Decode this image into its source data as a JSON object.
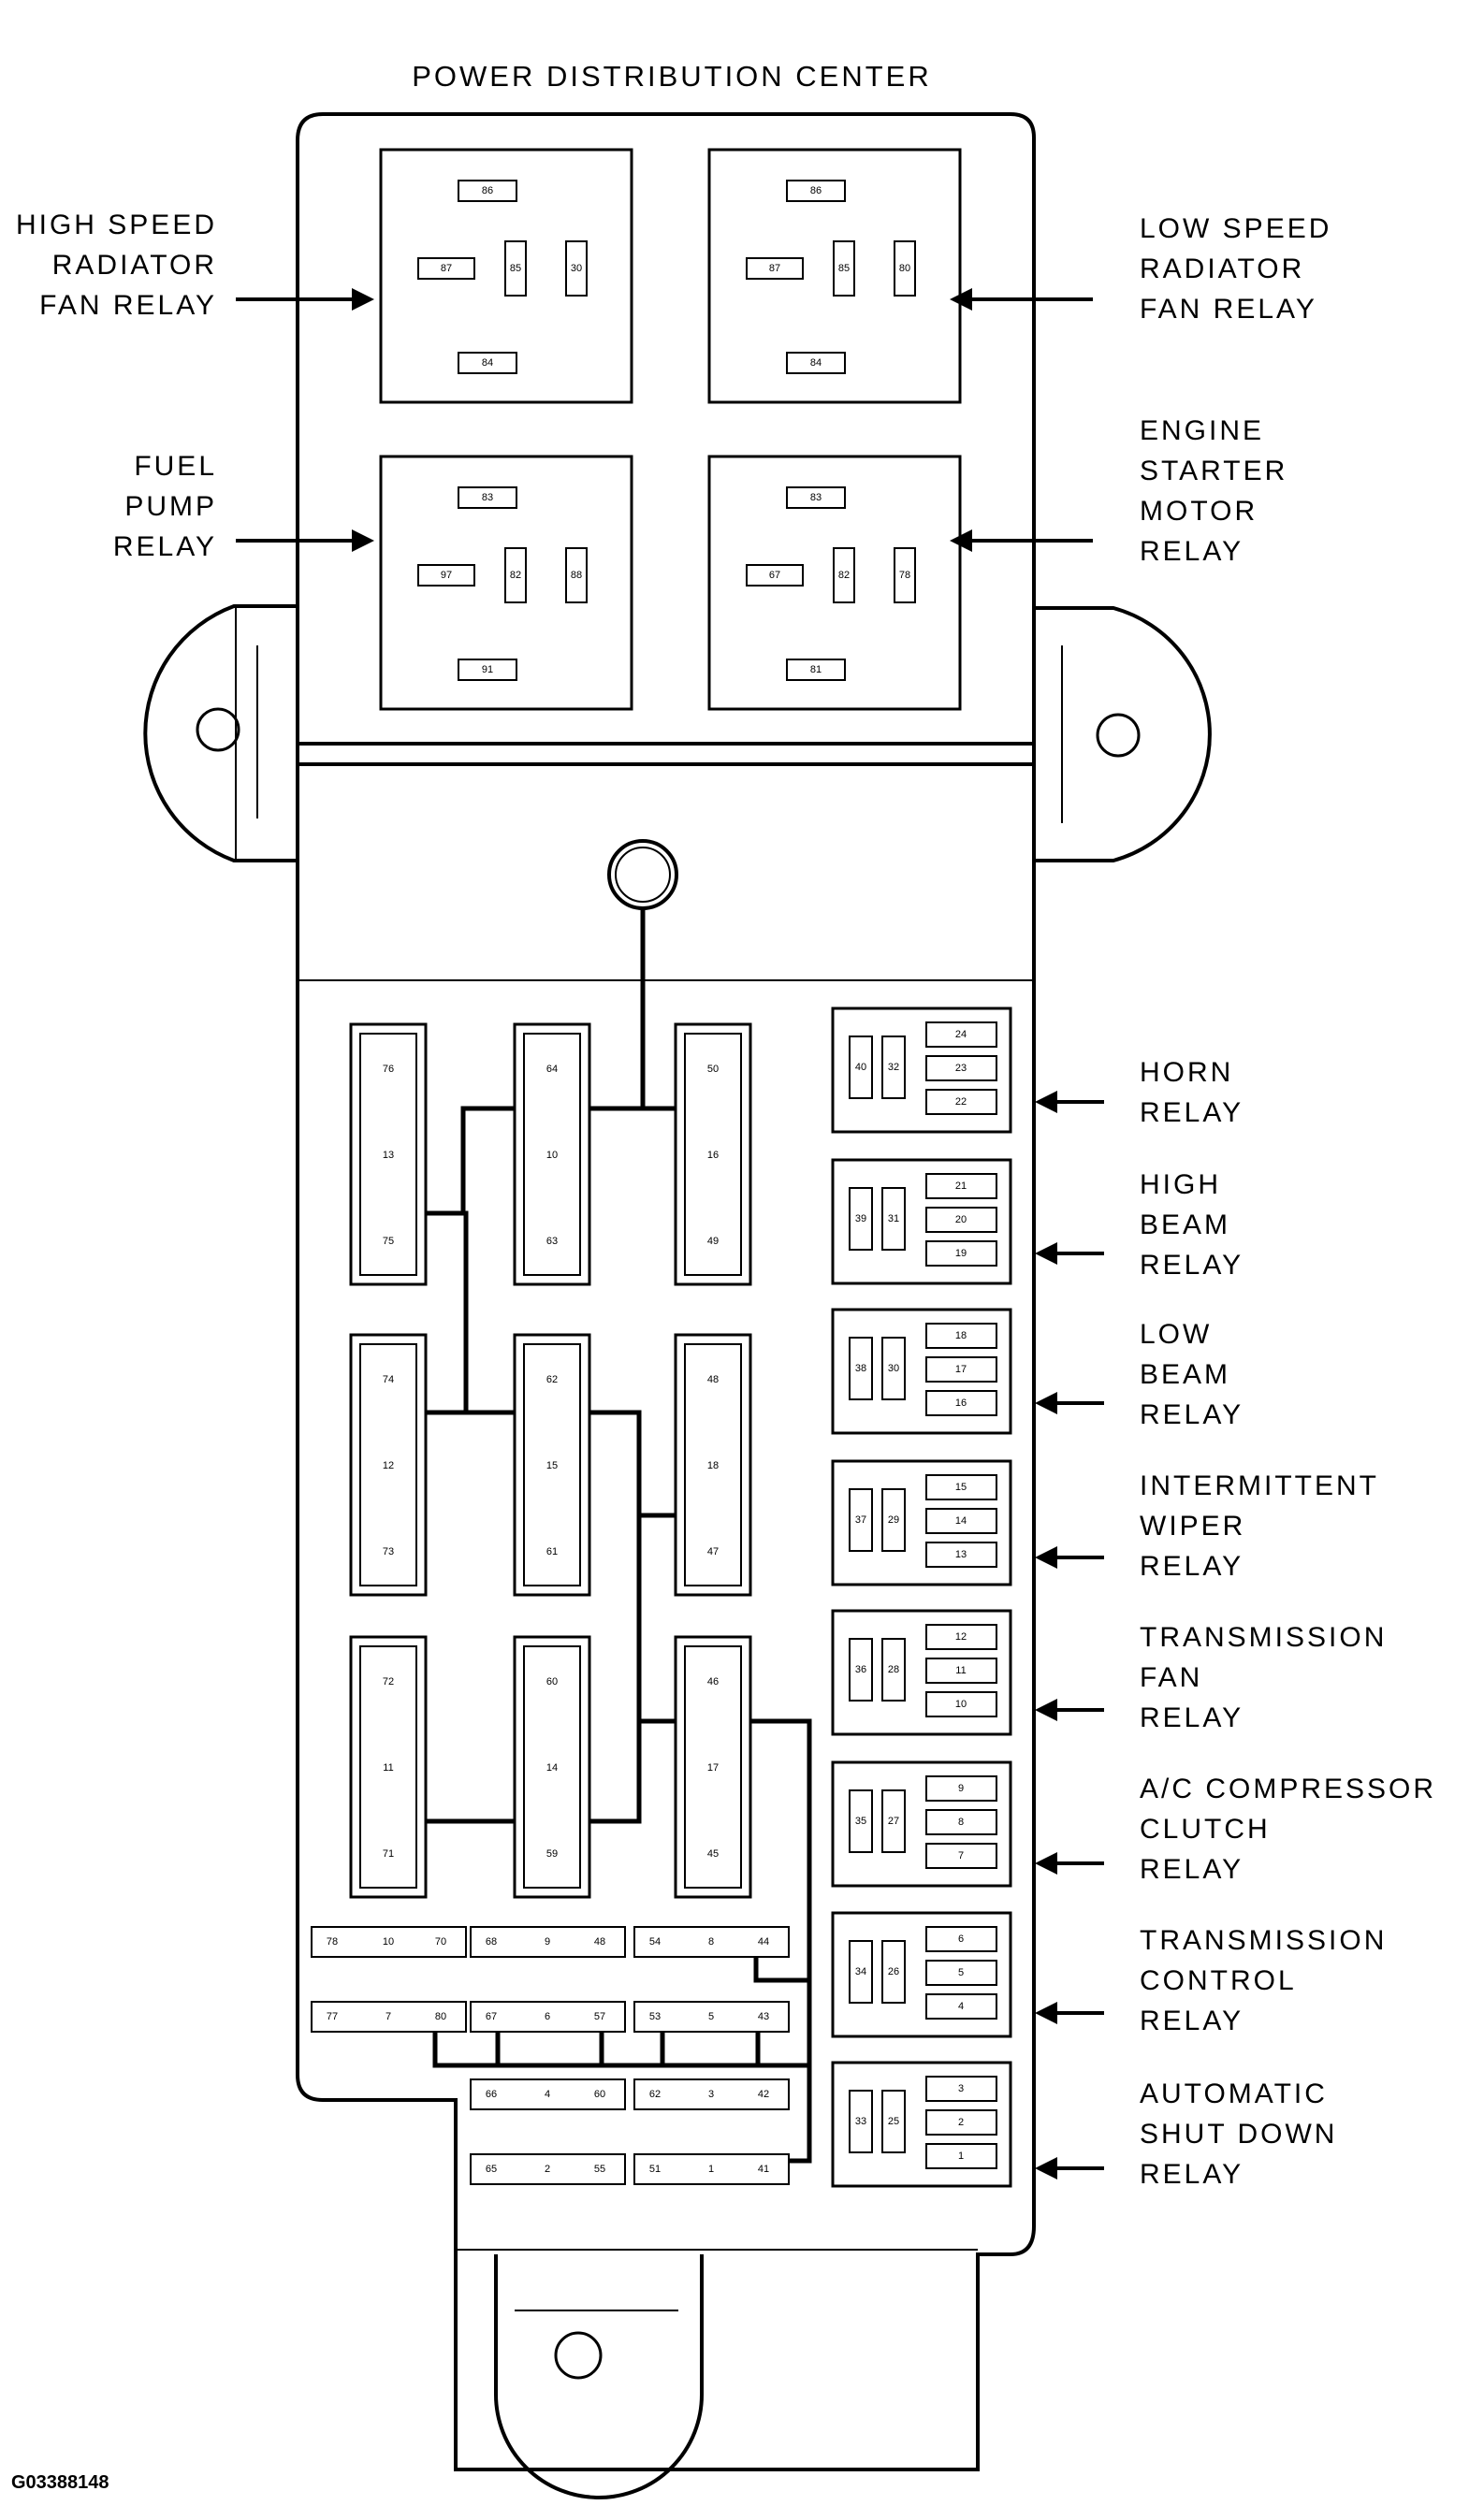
{
  "title": "POWER DISTRIBUTION CENTER",
  "figure_code": "G03388148",
  "large_relays": [
    {
      "id": "high_speed_fan",
      "label_lines": [
        "HIGH SPEED",
        "RADIATOR",
        "FAN RELAY"
      ],
      "side": "left",
      "terminals": [
        "86",
        "85",
        "87",
        "30",
        "84"
      ]
    },
    {
      "id": "low_speed_fan",
      "label_lines": [
        "LOW SPEED",
        "RADIATOR",
        "FAN RELAY"
      ],
      "side": "right",
      "terminals": [
        "86",
        "85",
        "87",
        "80",
        "84"
      ]
    },
    {
      "id": "fuel_pump",
      "label_lines": [
        "FUEL",
        "PUMP",
        "RELAY"
      ],
      "side": "left",
      "terminals": [
        "83",
        "82",
        "97",
        "88",
        "91"
      ]
    },
    {
      "id": "starter",
      "label_lines": [
        "ENGINE",
        "STARTER",
        "MOTOR",
        "RELAY"
      ],
      "side": "right",
      "terminals": [
        "83",
        "82",
        "67",
        "78",
        "81"
      ]
    }
  ],
  "small_relays": [
    {
      "id": "horn",
      "label_lines": [
        "HORN",
        "RELAY"
      ],
      "left": [
        "40",
        "32"
      ],
      "right": [
        "24",
        "23",
        "22"
      ]
    },
    {
      "id": "high_beam",
      "label_lines": [
        "HIGH",
        "BEAM",
        "RELAY"
      ],
      "left": [
        "39",
        "31"
      ],
      "right": [
        "21",
        "20",
        "19"
      ]
    },
    {
      "id": "low_beam",
      "label_lines": [
        "LOW",
        "BEAM",
        "RELAY"
      ],
      "left": [
        "38",
        "30"
      ],
      "right": [
        "18",
        "17",
        "16"
      ]
    },
    {
      "id": "wiper",
      "label_lines": [
        "INTERMITTENT",
        "WIPER",
        "RELAY"
      ],
      "left": [
        "37",
        "29"
      ],
      "right": [
        "15",
        "14",
        "13"
      ]
    },
    {
      "id": "trans_fan",
      "label_lines": [
        "TRANSMISSION",
        "FAN",
        "RELAY"
      ],
      "left": [
        "36",
        "28"
      ],
      "right": [
        "12",
        "11",
        "10"
      ]
    },
    {
      "id": "ac_clutch",
      "label_lines": [
        "A/C COMPRESSOR",
        "CLUTCH",
        "RELAY"
      ],
      "left": [
        "35",
        "27"
      ],
      "right": [
        "9",
        "8",
        "7"
      ]
    },
    {
      "id": "trans_control",
      "label_lines": [
        "TRANSMISSION",
        "CONTROL",
        "RELAY"
      ],
      "left": [
        "34",
        "26"
      ],
      "right": [
        "6",
        "5",
        "4"
      ]
    },
    {
      "id": "asd",
      "label_lines": [
        "AUTOMATIC",
        "SHUT DOWN",
        "RELAY"
      ],
      "left": [
        "33",
        "25"
      ],
      "right": [
        "3",
        "2",
        "1"
      ]
    }
  ],
  "fuse_slots": [
    [
      "76",
      "13",
      "75"
    ],
    [
      "64",
      "10",
      "63"
    ],
    [
      "50",
      "16",
      "49"
    ],
    [
      "74",
      "12",
      "73"
    ],
    [
      "62",
      "15",
      "61"
    ],
    [
      "48",
      "18",
      "47"
    ],
    [
      "72",
      "11",
      "71"
    ],
    [
      "60",
      "14",
      "59"
    ],
    [
      "46",
      "17",
      "45"
    ]
  ],
  "mini_fuse_rows": [
    [
      [
        "78",
        "10",
        "70"
      ],
      [
        "68",
        "9",
        "48"
      ],
      [
        "54",
        "8",
        "44"
      ]
    ],
    [
      [
        "77",
        "7",
        "80"
      ],
      [
        "67",
        "6",
        "57"
      ],
      [
        "53",
        "5",
        "43"
      ]
    ],
    [
      [
        "66",
        "4",
        "60"
      ],
      [
        "62",
        "3",
        "42"
      ]
    ],
    [
      [
        "65",
        "2",
        "55"
      ],
      [
        "51",
        "1",
        "41"
      ]
    ]
  ]
}
